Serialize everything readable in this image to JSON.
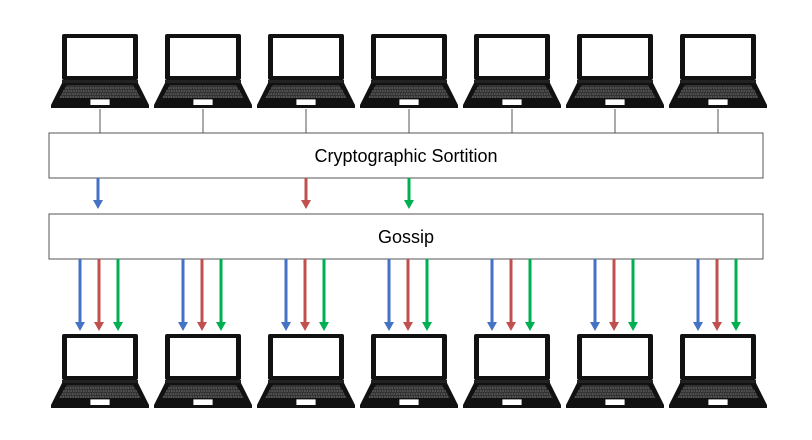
{
  "diagram": {
    "sortition_label": "Cryptographic Sortition",
    "gossip_label": "Gossip",
    "top_node_count": 7,
    "bottom_node_count": 7,
    "arrow_colors": {
      "blue": "#4472c4",
      "red": "#c0504d",
      "green": "#00b050"
    },
    "selected_by_sortition": [
      "blue",
      "red",
      "green"
    ],
    "icons": {
      "node": "laptop-icon"
    }
  }
}
